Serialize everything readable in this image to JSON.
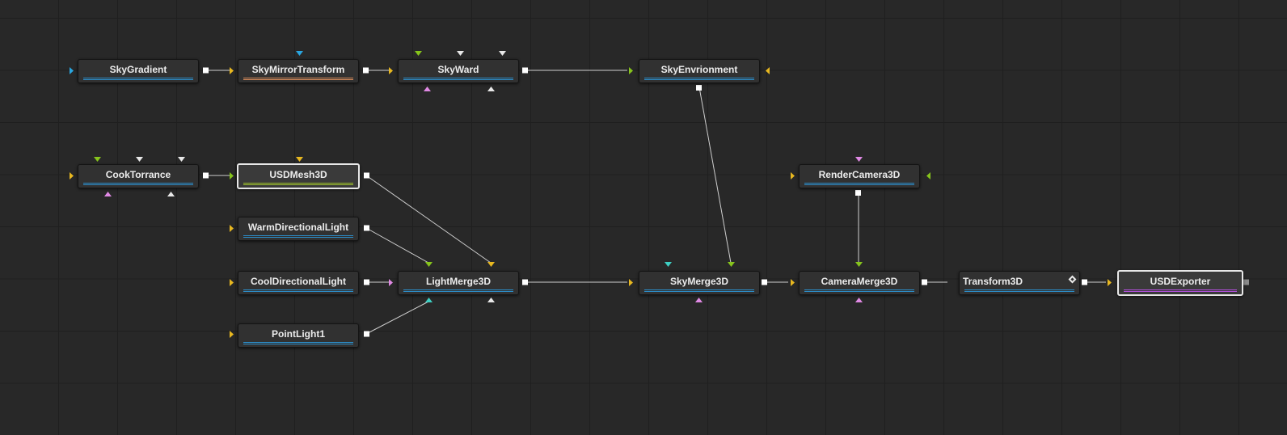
{
  "nodes": [
    {
      "id": "sky-gradient",
      "label": "SkyGradient",
      "accent": "#2c8cc7"
    },
    {
      "id": "sky-mirror-transform",
      "label": "SkyMirrorTransform",
      "accent": "#d48a5a"
    },
    {
      "id": "sky-ward",
      "label": "SkyWard",
      "accent": "#2c8cc7"
    },
    {
      "id": "sky-envrionment",
      "label": "SkyEnvrionment",
      "accent": "#2c8cc7"
    },
    {
      "id": "cook-torrance",
      "label": "CookTorrance",
      "accent": "#2c8cc7"
    },
    {
      "id": "usd-mesh-3d",
      "label": "USDMesh3D",
      "accent": "#9cbe2c",
      "selected": true
    },
    {
      "id": "render-camera-3d",
      "label": "RenderCamera3D",
      "accent": "#2c8cc7"
    },
    {
      "id": "warm-directional-light",
      "label": "WarmDirectionalLight",
      "accent": "#2c8cc7"
    },
    {
      "id": "cool-directional-light",
      "label": "CoolDirectionalLight",
      "accent": "#2c8cc7"
    },
    {
      "id": "light-merge-3d",
      "label": "LightMerge3D",
      "accent": "#2c8cc7"
    },
    {
      "id": "sky-merge-3d",
      "label": "SkyMerge3D",
      "accent": "#2c8cc7"
    },
    {
      "id": "camera-merge-3d",
      "label": "CameraMerge3D",
      "accent": "#2c8cc7"
    },
    {
      "id": "transform-3d",
      "label": "Transform3D",
      "accent": "#2c8cc7",
      "badge": "cache-icon"
    },
    {
      "id": "usd-exporter",
      "label": "USDExporter",
      "accent": "#b04fd8",
      "selected": true
    },
    {
      "id": "point-light-1",
      "label": "PointLight1",
      "accent": "#2c8cc7"
    }
  ],
  "colors": {
    "background": "#282828",
    "grid": "#1f1f1f",
    "wire": "#cfcfcf",
    "port_yellow": "#e8b820",
    "port_green": "#86c41c",
    "port_blue": "#2aa6e0",
    "port_pink": "#e089e4",
    "port_white": "#e8e8e8",
    "port_cyan": "#3ecfc3"
  }
}
